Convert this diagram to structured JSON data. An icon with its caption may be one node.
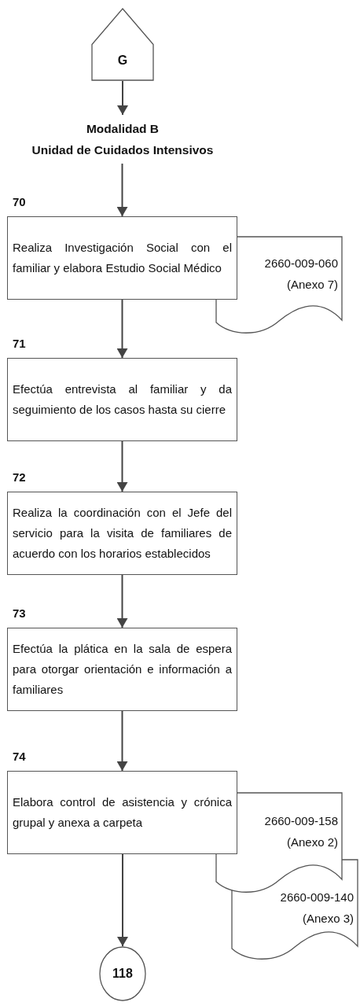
{
  "diagram": {
    "nodes": [
      {
        "text": [
          "G"
        ]
      },
      {
        "text": [
          "Modalidad B",
          "Unidad de Cuidados Intensivos"
        ]
      },
      {
        "text": [
          "70",
          "Realiza Investigación Social con el familiar y elabora Estudio Social Médico"
        ]
      },
      {
        "text": [
          "2660-009-060 (Anexo 7)"
        ]
      },
      {
        "text": [
          "71",
          "Efectúa entrevista al familiar y da seguimiento de los casos hasta su cierre"
        ]
      },
      {
        "text": [
          "72",
          "Realiza la coordinación con el Jefe del servicio para la visita de familiares de acuerdo con los horarios establecidos"
        ]
      },
      {
        "text": [
          "73",
          "Efectúa la plática en la sala de espera para otorgar orientación e información a familiares"
        ]
      },
      {
        "text": [
          "74",
          "Elabora control de asistencia y crónica grupal y anexa a carpeta"
        ]
      },
      {
        "text": [
          "2660-009-158 (Anexo 2)"
        ]
      },
      {
        "text": [
          "2660-009-140 (Anexo 3)"
        ]
      },
      {
        "text": [
          "118"
        ]
      }
    ],
    "edges": [
      {
        "from": 0,
        "to": 1,
        "arrow": "to"
      },
      {
        "from": 1,
        "to": 2,
        "arrow": "to"
      },
      {
        "from": 2,
        "to": 4,
        "arrow": "to"
      },
      {
        "from": 4,
        "to": 5,
        "arrow": "to"
      },
      {
        "from": 5,
        "to": 6,
        "arrow": "to"
      },
      {
        "from": 6,
        "to": 7,
        "arrow": "to"
      },
      {
        "from": 7,
        "to": 10,
        "arrow": "to"
      }
    ]
  }
}
